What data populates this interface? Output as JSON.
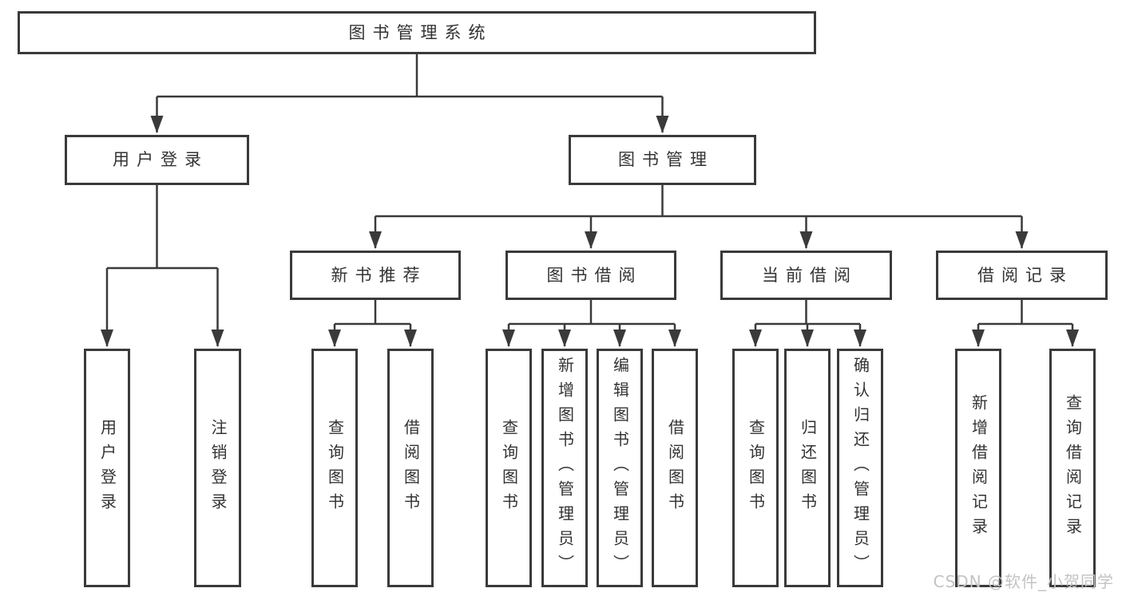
{
  "colors": {
    "line": "#3a3a3a",
    "box_border": "#3a3a3a",
    "text": "#333333",
    "background": "#ffffff",
    "watermark": "#c3c3c3"
  },
  "tree": {
    "root": {
      "label": "图书管理系统"
    },
    "branches": [
      {
        "label": "用户登录",
        "children": [
          {
            "label": "用户登录"
          },
          {
            "label": "注销登录"
          }
        ]
      },
      {
        "label": "图书管理",
        "children": [
          {
            "label": "新书推荐",
            "children": [
              {
                "label": "查询图书"
              },
              {
                "label": "借阅图书"
              }
            ]
          },
          {
            "label": "图书借阅",
            "children": [
              {
                "label": "查询图书"
              },
              {
                "label": "新增图书（管理员）"
              },
              {
                "label": "编辑图书（管理员）"
              },
              {
                "label": "借阅图书"
              }
            ]
          },
          {
            "label": "当前借阅",
            "children": [
              {
                "label": "查询图书"
              },
              {
                "label": "归还图书"
              },
              {
                "label": "确认归还（管理员）"
              }
            ]
          },
          {
            "label": "借阅记录",
            "children": [
              {
                "label": "新增借阅记录"
              },
              {
                "label": "查询借阅记录"
              }
            ]
          }
        ]
      }
    ]
  },
  "watermark": {
    "text": "CSDN @软件_小贺同学"
  }
}
